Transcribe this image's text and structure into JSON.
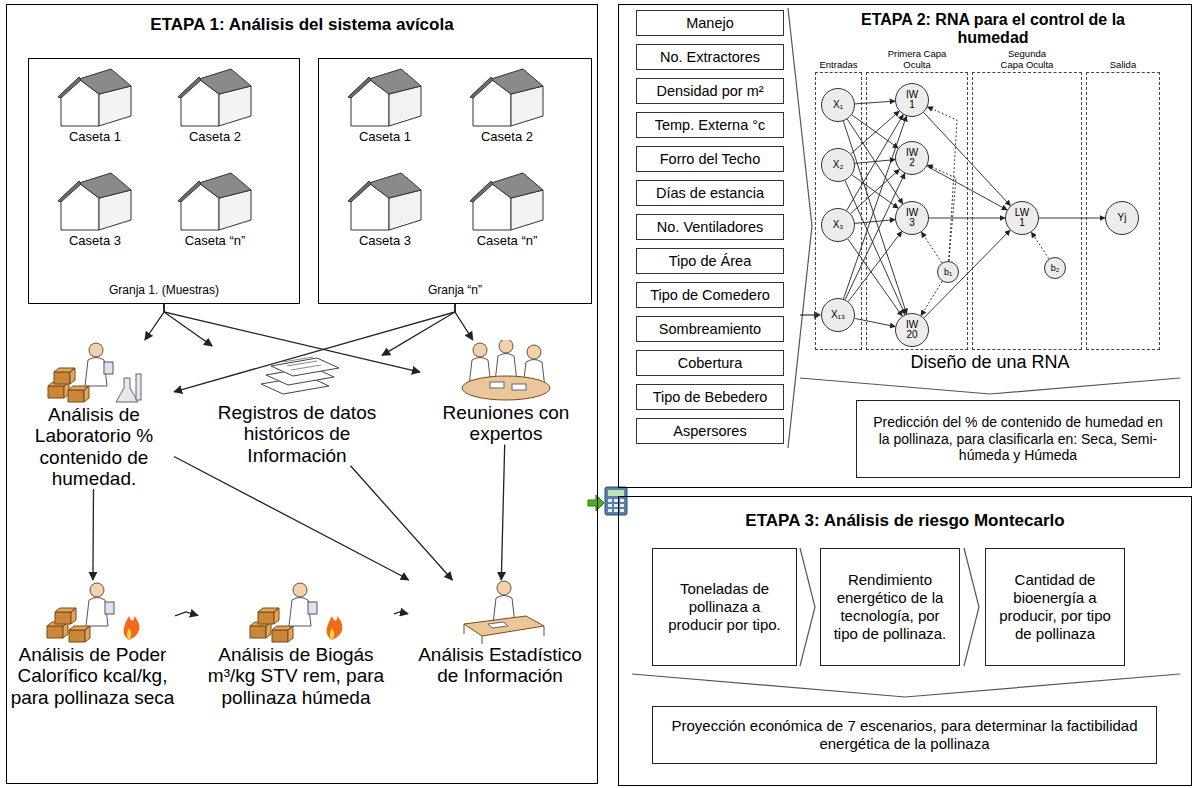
{
  "diagram": {
    "nodes": [
      {
        "text": [
          "ETAPA 1: Análisis del sistema avícola"
        ]
      },
      {
        "text": [
          "Granja 1. (Muestras)"
        ],
        "in": 0
      },
      {
        "text": [
          "Caseta 1"
        ],
        "in": 1
      },
      {
        "text": [
          "Caseta 2"
        ],
        "in": 1
      },
      {
        "text": [
          "Caseta 3"
        ],
        "in": 1
      },
      {
        "text": [
          "Caseta “n”"
        ],
        "in": 1
      },
      {
        "text": [
          "Granja “n”"
        ],
        "in": 0
      },
      {
        "text": [
          "Caseta 1"
        ],
        "in": 6
      },
      {
        "text": [
          "Caseta 2"
        ],
        "in": 6
      },
      {
        "text": [
          "Caseta 3"
        ],
        "in": 6
      },
      {
        "text": [
          "Caseta “n”"
        ],
        "in": 6
      },
      {
        "text": [
          "Análisis de Laboratorio % contenido de humedad."
        ],
        "in": 0
      },
      {
        "text": [
          "Registros de datos históricos de Información"
        ],
        "in": 0
      },
      {
        "text": [
          "Reuniones con expertos"
        ],
        "in": 0
      },
      {
        "text": [
          "Análisis de Poder Calorífico kcal/kg, para pollinaza seca"
        ],
        "in": 0
      },
      {
        "text": [
          "Análisis de Biogás m³/kg STV rem, para pollinaza húmeda"
        ],
        "in": 0
      },
      {
        "text": [
          "Análisis Estadístico de Información"
        ],
        "in": 0
      },
      {
        "text": [
          "ETAPA 2: RNA para el control de la humedad"
        ]
      },
      {
        "text": [
          "Manejo"
        ],
        "in": 17
      },
      {
        "text": [
          "No. Extractores"
        ],
        "in": 17
      },
      {
        "text": [
          "Densidad por m²"
        ],
        "in": 17
      },
      {
        "text": [
          "Temp. Externa °c"
        ],
        "in": 17
      },
      {
        "text": [
          "Forro del Techo"
        ],
        "in": 17
      },
      {
        "text": [
          "Días de estancia"
        ],
        "in": 17
      },
      {
        "text": [
          "No. Ventiladores"
        ],
        "in": 17
      },
      {
        "text": [
          "Tipo de Área"
        ],
        "in": 17
      },
      {
        "text": [
          "Tipo de Comedero"
        ],
        "in": 17
      },
      {
        "text": [
          "Sombreamiento"
        ],
        "in": 17
      },
      {
        "text": [
          "Cobertura"
        ],
        "in": 17
      },
      {
        "text": [
          "Tipo de Bebedero"
        ],
        "in": 17
      },
      {
        "text": [
          "Aspersores"
        ],
        "in": 17
      },
      {
        "text": [
          "Entradas"
        ],
        "in": 17
      },
      {
        "text": [
          "X₁"
        ],
        "in": 31
      },
      {
        "text": [
          "X₂"
        ],
        "in": 31
      },
      {
        "text": [
          "X₃"
        ],
        "in": 31
      },
      {
        "text": [
          "X₁₃"
        ],
        "in": 31
      },
      {
        "text": [
          "Primera Capa Oculta"
        ],
        "in": 17
      },
      {
        "text": [
          "IW 1"
        ],
        "in": 36
      },
      {
        "text": [
          "IW 2"
        ],
        "in": 36
      },
      {
        "text": [
          "IW 3"
        ],
        "in": 36
      },
      {
        "text": [
          "b₁"
        ],
        "in": 36
      },
      {
        "text": [
          "IW 20"
        ],
        "in": 36
      },
      {
        "text": [
          "Segunda Capa Oculta"
        ],
        "in": 17
      },
      {
        "text": [
          "LW 1"
        ],
        "in": 42
      },
      {
        "text": [
          "b₂"
        ],
        "in": 42
      },
      {
        "text": [
          "Salida"
        ],
        "in": 17
      },
      {
        "text": [
          "Yj"
        ],
        "in": 45
      },
      {
        "text": [
          "Predicción del % de contenido de humedad en la pollinaza, para clasificarla en: Seca, Semi-húmeda y Húmeda"
        ],
        "in": 17
      },
      {
        "text": [
          "ETAPA 3: Análisis de riesgo Montecarlo"
        ]
      },
      {
        "text": [
          "Toneladas de pollinaza a producir por tipo."
        ],
        "in": 48
      },
      {
        "text": [
          "Rendimiento energético de la tecnología, por tipo de pollinaza."
        ],
        "in": 48
      },
      {
        "text": [
          "Cantidad de bioenergía a producir, por tipo de pollinaza"
        ],
        "in": 48
      },
      {
        "text": [
          "Proyección económica de 7 escenarios, para determinar la factibilidad energética de la pollinaza"
        ],
        "in": 48
      }
    ],
    "edges": [
      {
        "from": 1,
        "to": 11,
        "arrow": "to"
      },
      {
        "from": 1,
        "to": 12,
        "arrow": "to"
      },
      {
        "from": 1,
        "to": 13,
        "arrow": "to"
      },
      {
        "from": 6,
        "to": 11,
        "arrow": "to"
      },
      {
        "from": 6,
        "to": 12,
        "arrow": "to"
      },
      {
        "from": 6,
        "to": 13,
        "arrow": "to"
      },
      {
        "from": 11,
        "to": 14,
        "arrow": "to"
      },
      {
        "from": 11,
        "to": 16,
        "arrow": "to"
      },
      {
        "from": 12,
        "to": 16,
        "arrow": "to"
      },
      {
        "from": 13,
        "to": 16,
        "arrow": "to"
      },
      {
        "from": 14,
        "to": 15,
        "arrow": "to"
      },
      {
        "from": 15,
        "to": 16,
        "arrow": "to"
      },
      {
        "from": 32,
        "to": 37,
        "arrow": "to"
      },
      {
        "from": 32,
        "to": 38,
        "arrow": "to"
      },
      {
        "from": 32,
        "to": 39,
        "arrow": "to"
      },
      {
        "from": 32,
        "to": 41,
        "arrow": "to"
      },
      {
        "from": 33,
        "to": 37,
        "arrow": "to"
      },
      {
        "from": 33,
        "to": 38,
        "arrow": "to"
      },
      {
        "from": 33,
        "to": 39,
        "arrow": "to"
      },
      {
        "from": 33,
        "to": 41,
        "arrow": "to"
      },
      {
        "from": 34,
        "to": 37,
        "arrow": "to"
      },
      {
        "from": 34,
        "to": 38,
        "arrow": "to"
      },
      {
        "from": 34,
        "to": 39,
        "arrow": "to"
      },
      {
        "from": 34,
        "to": 41,
        "arrow": "to"
      },
      {
        "from": 35,
        "to": 37,
        "arrow": "to"
      },
      {
        "from": 35,
        "to": 38,
        "arrow": "to"
      },
      {
        "from": 35,
        "to": 39,
        "arrow": "to"
      },
      {
        "from": 35,
        "to": 41,
        "arrow": "to"
      },
      {
        "from": 40,
        "to": 37,
        "arrow": "to"
      },
      {
        "from": 40,
        "to": 38,
        "arrow": "to"
      },
      {
        "from": 40,
        "to": 39,
        "arrow": "to"
      },
      {
        "from": 40,
        "to": 41,
        "arrow": "to"
      },
      {
        "from": 37,
        "to": 43,
        "arrow": "to"
      },
      {
        "from": 38,
        "to": 43,
        "arrow": "to"
      },
      {
        "from": 39,
        "to": 43,
        "arrow": "to"
      },
      {
        "from": 41,
        "to": 43,
        "arrow": "to"
      },
      {
        "from": 44,
        "to": 43,
        "arrow": "to"
      },
      {
        "from": 43,
        "to": 46,
        "arrow": "to"
      }
    ],
    "labels": [
      "Diseño de una RNA"
    ]
  }
}
